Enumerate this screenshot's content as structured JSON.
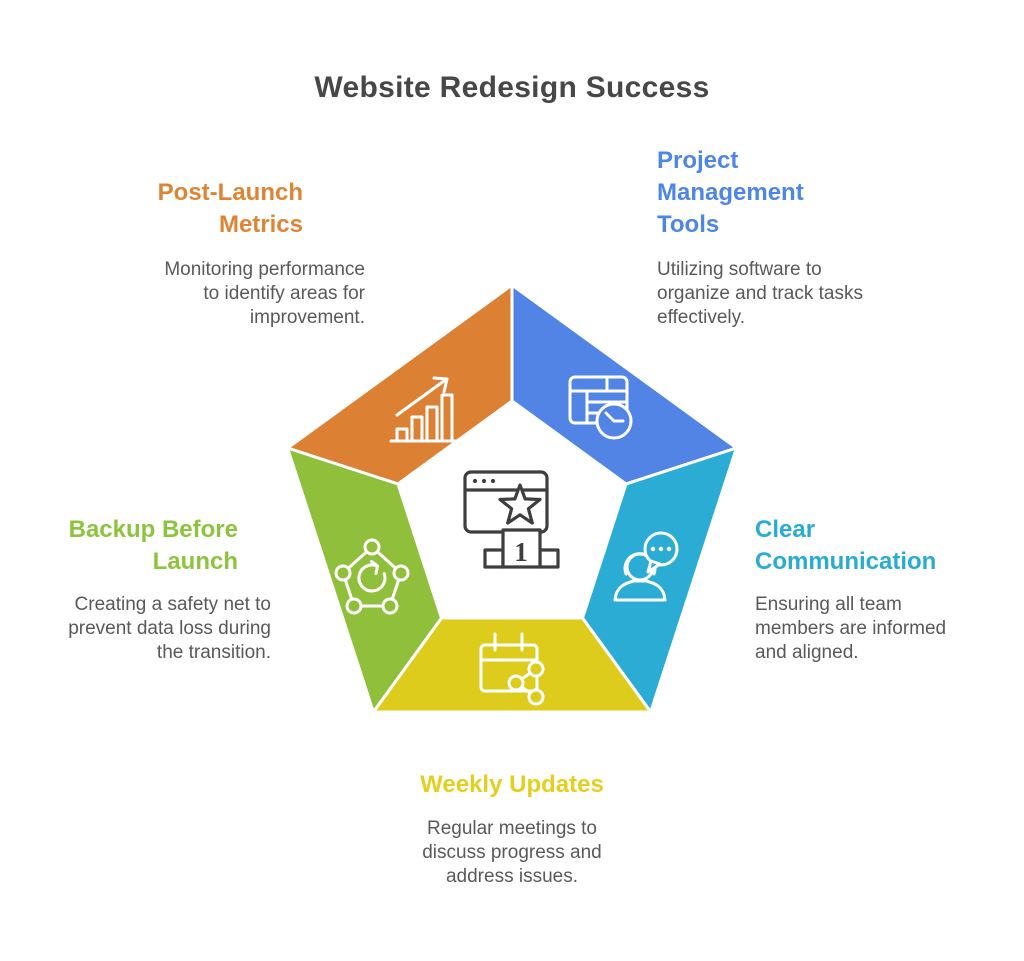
{
  "title": "Website Redesign Success",
  "colors": {
    "title_text": "#474747",
    "body_text": "#58595b",
    "orange": "#dc8134",
    "blue": "#5184e4",
    "cyan": "#2bacd4",
    "yellow": "#ddcc1c",
    "green": "#90bf3c",
    "icon_stroke_white": "#ffffff",
    "icon_stroke_dark": "#3e3e3e"
  },
  "center": {
    "icon": "winner-website-icon",
    "rank_label": "1"
  },
  "sections": [
    {
      "id": "post-launch-metrics",
      "heading": "Post-Launch\nMetrics",
      "heading_color": "#de8435",
      "body": "Monitoring performance\nto identify areas for\nimprovement.",
      "icon": "growth-chart-icon"
    },
    {
      "id": "project-management-tools",
      "heading": "Project\nManagement\nTools",
      "heading_color": "#4e86e8",
      "body": "Utilizing software to\norganize and track tasks\neffectively.",
      "icon": "task-table-clock-icon"
    },
    {
      "id": "clear-communication",
      "heading": "Clear\nCommunication",
      "heading_color": "#29abd4",
      "body": "Ensuring all team\nmembers are informed\nand aligned.",
      "icon": "person-chat-icon"
    },
    {
      "id": "weekly-updates",
      "heading": "Weekly Updates",
      "heading_color": "#e5cf1e",
      "body": "Regular meetings to\ndiscuss progress and\naddress issues.",
      "icon": "calendar-share-icon"
    },
    {
      "id": "backup-before-launch",
      "heading": "Backup Before\nLaunch",
      "heading_color": "#8cc43d",
      "body": "Creating a safety net to\nprevent data loss during\nthe transition.",
      "icon": "backup-network-icon"
    }
  ]
}
